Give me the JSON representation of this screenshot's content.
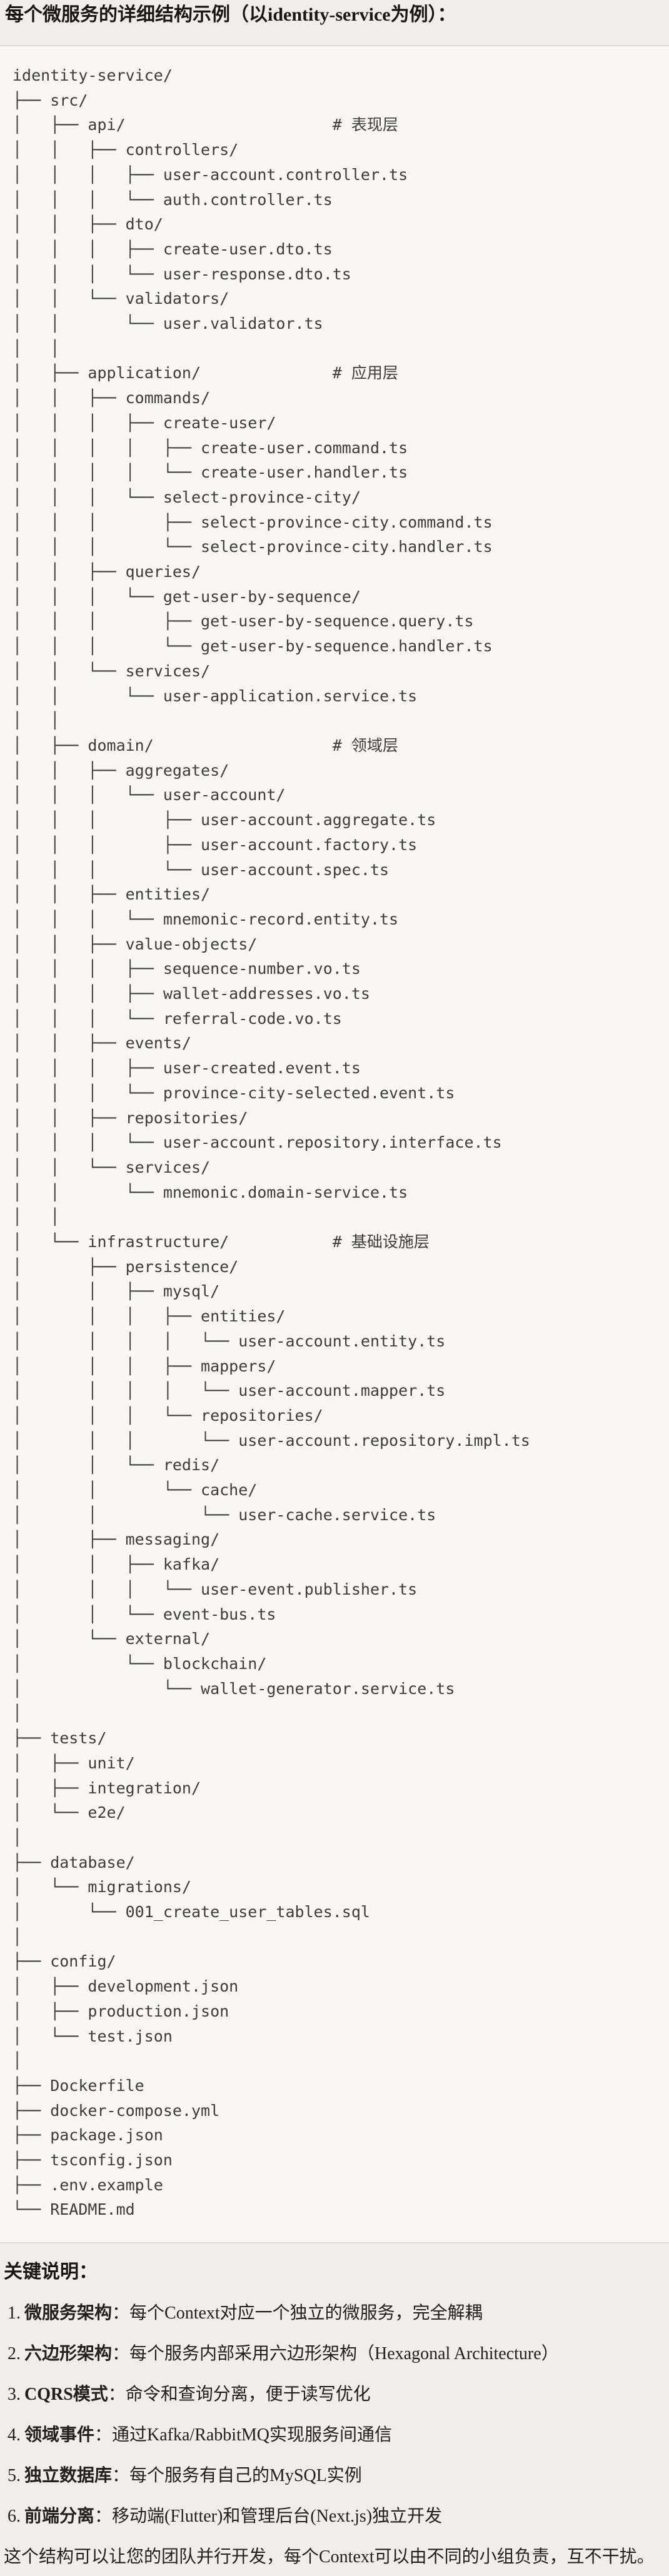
{
  "colors": {
    "page_bg": "#f0eee6",
    "code_bg": "#f8f7f3",
    "border": "#dcdad3",
    "heading_text": "#171613",
    "body_text": "#21201d",
    "tree_text": "#3d3c38"
  },
  "header": {
    "title": "每个微服务的详细结构示例（以identity-service为例）："
  },
  "file_tree": {
    "lines": [
      "identity-service/",
      "├── src/",
      "│   ├── api/                      # 表现层",
      "│   │   ├── controllers/",
      "│   │   │   ├── user-account.controller.ts",
      "│   │   │   └── auth.controller.ts",
      "│   │   ├── dto/",
      "│   │   │   ├── create-user.dto.ts",
      "│   │   │   └── user-response.dto.ts",
      "│   │   └── validators/",
      "│   │       └── user.validator.ts",
      "│   │",
      "│   ├── application/              # 应用层",
      "│   │   ├── commands/",
      "│   │   │   ├── create-user/",
      "│   │   │   │   ├── create-user.command.ts",
      "│   │   │   │   └── create-user.handler.ts",
      "│   │   │   └── select-province-city/",
      "│   │   │       ├── select-province-city.command.ts",
      "│   │   │       └── select-province-city.handler.ts",
      "│   │   ├── queries/",
      "│   │   │   └── get-user-by-sequence/",
      "│   │   │       ├── get-user-by-sequence.query.ts",
      "│   │   │       └── get-user-by-sequence.handler.ts",
      "│   │   └── services/",
      "│   │       └── user-application.service.ts",
      "│   │",
      "│   ├── domain/                   # 领域层",
      "│   │   ├── aggregates/",
      "│   │   │   └── user-account/",
      "│   │   │       ├── user-account.aggregate.ts",
      "│   │   │       ├── user-account.factory.ts",
      "│   │   │       └── user-account.spec.ts",
      "│   │   ├── entities/",
      "│   │   │   └── mnemonic-record.entity.ts",
      "│   │   ├── value-objects/",
      "│   │   │   ├── sequence-number.vo.ts",
      "│   │   │   ├── wallet-addresses.vo.ts",
      "│   │   │   └── referral-code.vo.ts",
      "│   │   ├── events/",
      "│   │   │   ├── user-created.event.ts",
      "│   │   │   └── province-city-selected.event.ts",
      "│   │   ├── repositories/",
      "│   │   │   └── user-account.repository.interface.ts",
      "│   │   └── services/",
      "│   │       └── mnemonic.domain-service.ts",
      "│   │",
      "│   └── infrastructure/           # 基础设施层",
      "│       ├── persistence/",
      "│       │   ├── mysql/",
      "│       │   │   ├── entities/",
      "│       │   │   │   └── user-account.entity.ts",
      "│       │   │   ├── mappers/",
      "│       │   │   │   └── user-account.mapper.ts",
      "│       │   │   └── repositories/",
      "│       │   │       └── user-account.repository.impl.ts",
      "│       │   └── redis/",
      "│       │       └── cache/",
      "│       │           └── user-cache.service.ts",
      "│       ├── messaging/",
      "│       │   ├── kafka/",
      "│       │   │   └── user-event.publisher.ts",
      "│       │   └── event-bus.ts",
      "│       └── external/",
      "│           └── blockchain/",
      "│               └── wallet-generator.service.ts",
      "│",
      "├── tests/",
      "│   ├── unit/",
      "│   ├── integration/",
      "│   └── e2e/",
      "│",
      "├── database/",
      "│   └── migrations/",
      "│       └── 001_create_user_tables.sql",
      "│",
      "├── config/",
      "│   ├── development.json",
      "│   ├── production.json",
      "│   └── test.json",
      "│",
      "├── Dockerfile",
      "├── docker-compose.yml",
      "├── package.json",
      "├── tsconfig.json",
      "├── .env.example",
      "└── README.md"
    ]
  },
  "notes": {
    "heading": "关键说明：",
    "items": [
      {
        "num": "1.",
        "label": "微服务架构",
        "text": "：每个Context对应一个独立的微服务，完全解耦"
      },
      {
        "num": "2.",
        "label": "六边形架构",
        "text": "：每个服务内部采用六边形架构（Hexagonal Architecture）"
      },
      {
        "num": "3.",
        "label": "CQRS模式",
        "text": "：命令和查询分离，便于读写优化"
      },
      {
        "num": "4.",
        "label": "领域事件",
        "text": "：通过Kafka/RabbitMQ实现服务间通信"
      },
      {
        "num": "5.",
        "label": "独立数据库",
        "text": "：每个服务有自己的MySQL实例"
      },
      {
        "num": "6.",
        "label": "前端分离",
        "text": "：移动端(Flutter)和管理后台(Next.js)独立开发"
      }
    ],
    "footer": "这个结构可以让您的团队并行开发，每个Context可以由不同的小组负责，互不干扰。"
  }
}
